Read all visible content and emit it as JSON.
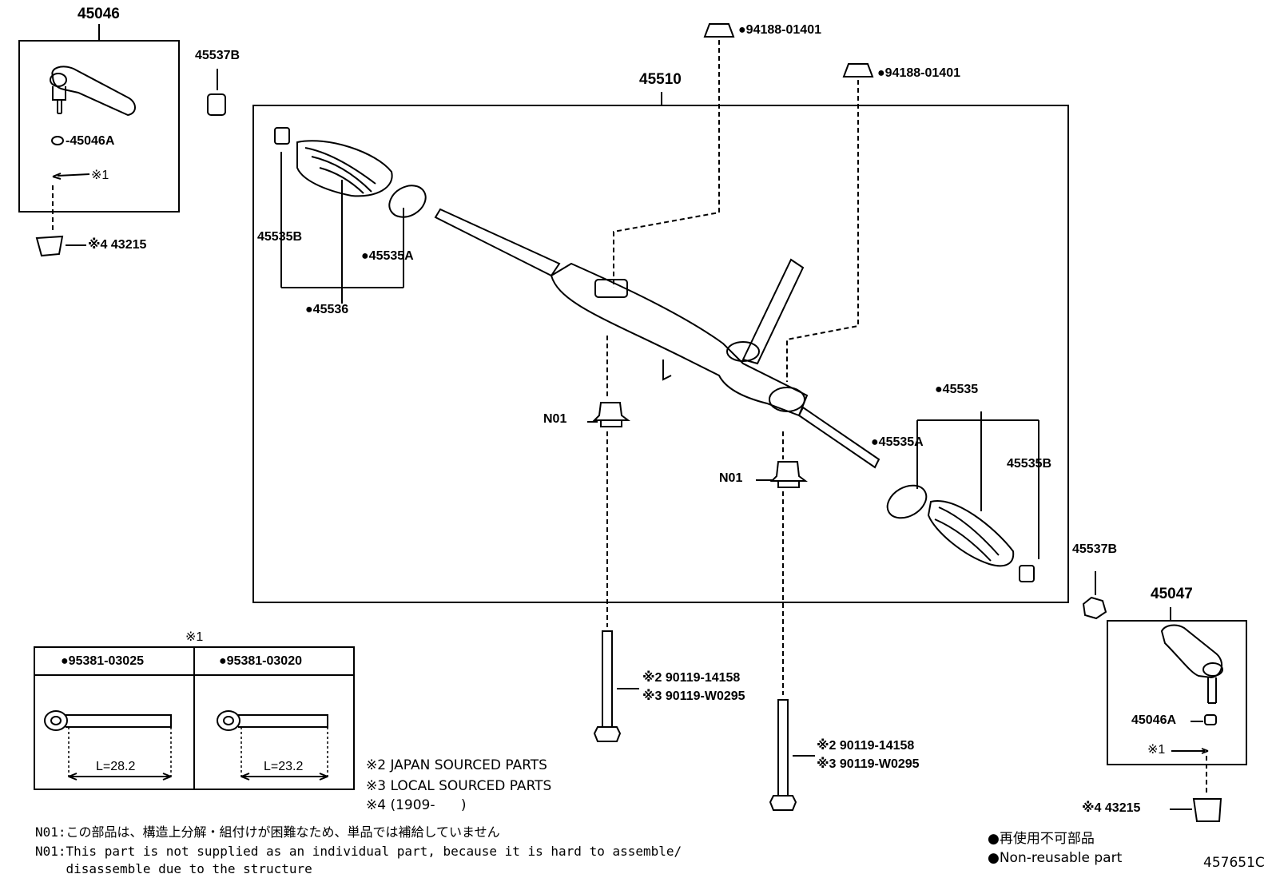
{
  "labels": {
    "p45046": "45046",
    "p45046A_top": "-45046A",
    "star1_top": "※1",
    "p43215_left": "※4 43215",
    "p45537B_top": "45537B",
    "p45510": "45510",
    "p94188_a": "94188-01401",
    "p94188_b": "94188-01401",
    "p45535B_left": "45535B",
    "p45535A_left": "45535A",
    "p45536": "45536",
    "n01_left": "N01",
    "n01_right": "N01",
    "p45535_right": "45535",
    "p45535A_right": "45535A",
    "p45535B_right": "45535B",
    "p45537B_bottom": "45537B",
    "p45047": "45047",
    "p45046A_bottom": "45046A",
    "star1_bottom": "※1",
    "p43215_right": "※4 43215",
    "bolt_a_line1": "※2 90119-14158",
    "bolt_a_line2": "※3 90119-W0295",
    "bolt_b_line1": "※2 90119-14158",
    "bolt_b_line2": "※3 90119-W0295"
  },
  "pin_table": {
    "heading": "※1",
    "left_part": "95381-03025",
    "right_part": "95381-03020",
    "left_length": "L=28.2",
    "right_length": "L=23.2"
  },
  "notes": {
    "star2": "※2 JAPAN SOURCED PARTS",
    "star3": "※3 LOCAL SOURCED PARTS",
    "star4": "※4 (1909-      )",
    "n01_jp": "N01:この部品は、構造上分解・組付けが困難なため、単品では補給していません",
    "n01_en_1": "N01:This part is not supplied as an individual part, because it is hard to assemble/",
    "n01_en_2": "    disassemble due to the structure"
  },
  "legend": {
    "jp": "再使用不可部品",
    "en": "Non-reusable part"
  },
  "figure_id": "457651C"
}
